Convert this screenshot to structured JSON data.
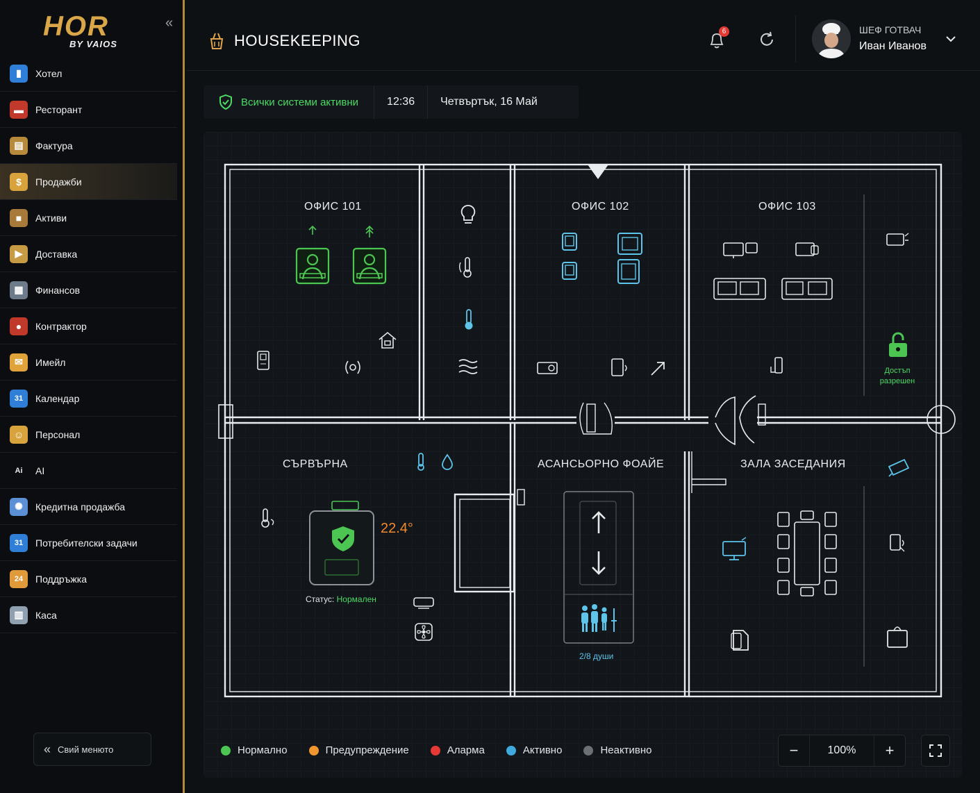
{
  "brand": {
    "logo_main": "HOR",
    "logo_sub": "BY VAIOS"
  },
  "sidebar": {
    "collapse_icon": "double-chevron-left-icon",
    "items": [
      {
        "label": "Хотел",
        "icon": "hotel-icon",
        "color": "#2f7fd8"
      },
      {
        "label": "Ресторант",
        "icon": "restaurant-icon",
        "color": "#c0392b"
      },
      {
        "label": "Фактура",
        "icon": "invoice-icon",
        "color": "#b7893b"
      },
      {
        "label": "Продажби",
        "icon": "money-bag-icon",
        "color": "#d8a33c",
        "active": true
      },
      {
        "label": "Активи",
        "icon": "box-icon",
        "color": "#a87a3a"
      },
      {
        "label": "Доставка",
        "icon": "truck-icon",
        "color": "#c79b43"
      },
      {
        "label": "Финансов",
        "icon": "cash-register-icon",
        "color": "#6c7a89"
      },
      {
        "label": "Контрактор",
        "icon": "contractor-icon",
        "color": "#c0392b"
      },
      {
        "label": "Имейл",
        "icon": "mail-icon",
        "color": "#e0a33a"
      },
      {
        "label": "Календар",
        "icon": "calendar-icon",
        "color": "#2f7fd8"
      },
      {
        "label": "Персонал",
        "icon": "staff-icon",
        "color": "#d8a33c"
      },
      {
        "label": "AI",
        "icon": "ai-icon",
        "color": "#cfd3d7"
      },
      {
        "label": "Кредитна продажба",
        "icon": "atom-icon",
        "color": "#5b8fd6"
      },
      {
        "label": "Потребителски задачи",
        "icon": "calendar-icon",
        "color": "#2f7fd8"
      },
      {
        "label": "Поддръжка",
        "icon": "support-24-icon",
        "color": "#e09a3a"
      },
      {
        "label": "Каса",
        "icon": "cash-box-icon",
        "color": "#8fa0b0"
      }
    ],
    "collapse_menu_label": "Свий менюто"
  },
  "header": {
    "title": "HOUSEKEEPING",
    "notifications_count": "6",
    "user_role": "ШЕФ ГОТВАЧ",
    "user_name": "Иван Иванов"
  },
  "status_bar": {
    "systems_text": "Всички системи активни",
    "time": "12:36",
    "date": "Четвъртък, 16 Май"
  },
  "floorplan": {
    "rooms": [
      {
        "id": "office101",
        "label": "ОФИС 101"
      },
      {
        "id": "office102",
        "label": "ОФИС 102"
      },
      {
        "id": "office103",
        "label": "ОФИС 103"
      },
      {
        "id": "server",
        "label": "СЪРВЪРНА"
      },
      {
        "id": "lobby",
        "label": "АСАНСЬОРНО ФОАЙЕ"
      },
      {
        "id": "meeting",
        "label": "ЗАЛА ЗАСЕДАНИЯ"
      }
    ],
    "server_temp": "22.4°",
    "server_status_label": "Статус:",
    "server_status_value": "Нормален",
    "access_text_1": "Достъп",
    "access_text_2": "разрешен",
    "elevator_occupancy": "2/8 души"
  },
  "legend": [
    {
      "label": "Нормално",
      "color": "#4cc552"
    },
    {
      "label": "Предупреждение",
      "color": "#f0962c"
    },
    {
      "label": "Аларма",
      "color": "#e53935"
    },
    {
      "label": "Активно",
      "color": "#3fa9e0"
    },
    {
      "label": "Неактивно",
      "color": "#6b7075"
    }
  ],
  "zoom": {
    "minus": "−",
    "value": "100%",
    "plus": "+"
  },
  "colors": {
    "accent": "#b18a3c",
    "ok": "#4cd964",
    "active": "#5ec4ea",
    "warning": "#f28b2b"
  }
}
